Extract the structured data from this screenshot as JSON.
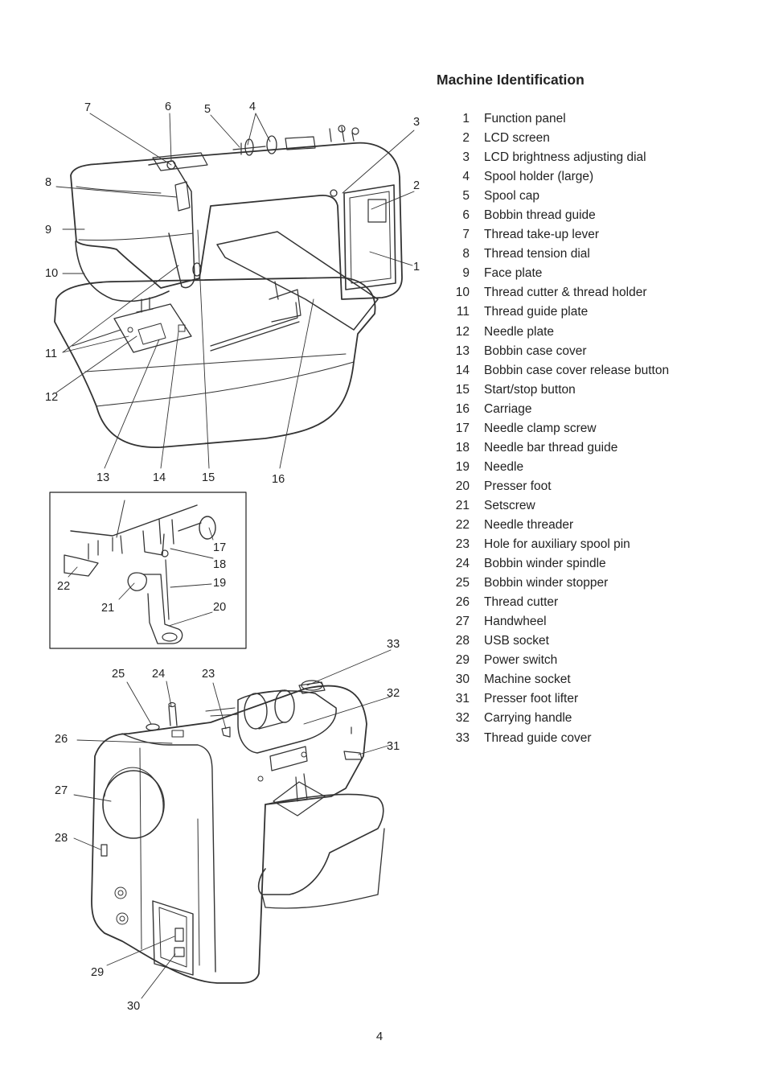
{
  "title": "Machine Identification",
  "parts": [
    {
      "num": "1",
      "label": "Function panel"
    },
    {
      "num": "2",
      "label": "LCD screen"
    },
    {
      "num": "3",
      "label": "LCD brightness adjusting dial"
    },
    {
      "num": "4",
      "label": "Spool holder (large)"
    },
    {
      "num": "5",
      "label": "Spool cap"
    },
    {
      "num": "6",
      "label": "Bobbin thread guide"
    },
    {
      "num": "7",
      "label": "Thread take-up lever"
    },
    {
      "num": "8",
      "label": "Thread tension dial"
    },
    {
      "num": "9",
      "label": "Face plate"
    },
    {
      "num": "10",
      "label": "Thread cutter & thread holder"
    },
    {
      "num": "11",
      "label": "Thread guide plate"
    },
    {
      "num": "12",
      "label": "Needle plate"
    },
    {
      "num": "13",
      "label": "Bobbin case cover"
    },
    {
      "num": "14",
      "label": "Bobbin case cover release button"
    },
    {
      "num": "15",
      "label": "Start/stop button"
    },
    {
      "num": "16",
      "label": "Carriage"
    },
    {
      "num": "17",
      "label": "Needle clamp screw"
    },
    {
      "num": "18",
      "label": "Needle bar thread guide"
    },
    {
      "num": "19",
      "label": "Needle"
    },
    {
      "num": "20",
      "label": "Presser foot"
    },
    {
      "num": "21",
      "label": "Setscrew"
    },
    {
      "num": "22",
      "label": "Needle threader"
    },
    {
      "num": "23",
      "label": "Hole for auxiliary spool pin"
    },
    {
      "num": "24",
      "label": "Bobbin winder spindle"
    },
    {
      "num": "25",
      "label": "Bobbin winder stopper"
    },
    {
      "num": "26",
      "label": "Thread cutter"
    },
    {
      "num": "27",
      "label": "Handwheel"
    },
    {
      "num": "28",
      "label": "USB socket"
    },
    {
      "num": "29",
      "label": "Power switch"
    },
    {
      "num": "30",
      "label": "Machine socket"
    },
    {
      "num": "31",
      "label": "Presser foot lifter"
    },
    {
      "num": "32",
      "label": "Carrying handle"
    },
    {
      "num": "33",
      "label": "Thread guide cover"
    }
  ],
  "callouts": {
    "front": [
      "7",
      "6",
      "5",
      "4",
      "3",
      "2",
      "1",
      "8",
      "9",
      "10",
      "11",
      "12",
      "13",
      "14",
      "15",
      "16"
    ],
    "detail": [
      "17",
      "18",
      "19",
      "20",
      "21",
      "22"
    ],
    "rear": [
      "25",
      "24",
      "23",
      "33",
      "32",
      "31",
      "26",
      "27",
      "28",
      "29",
      "30"
    ]
  },
  "page_number": "4"
}
